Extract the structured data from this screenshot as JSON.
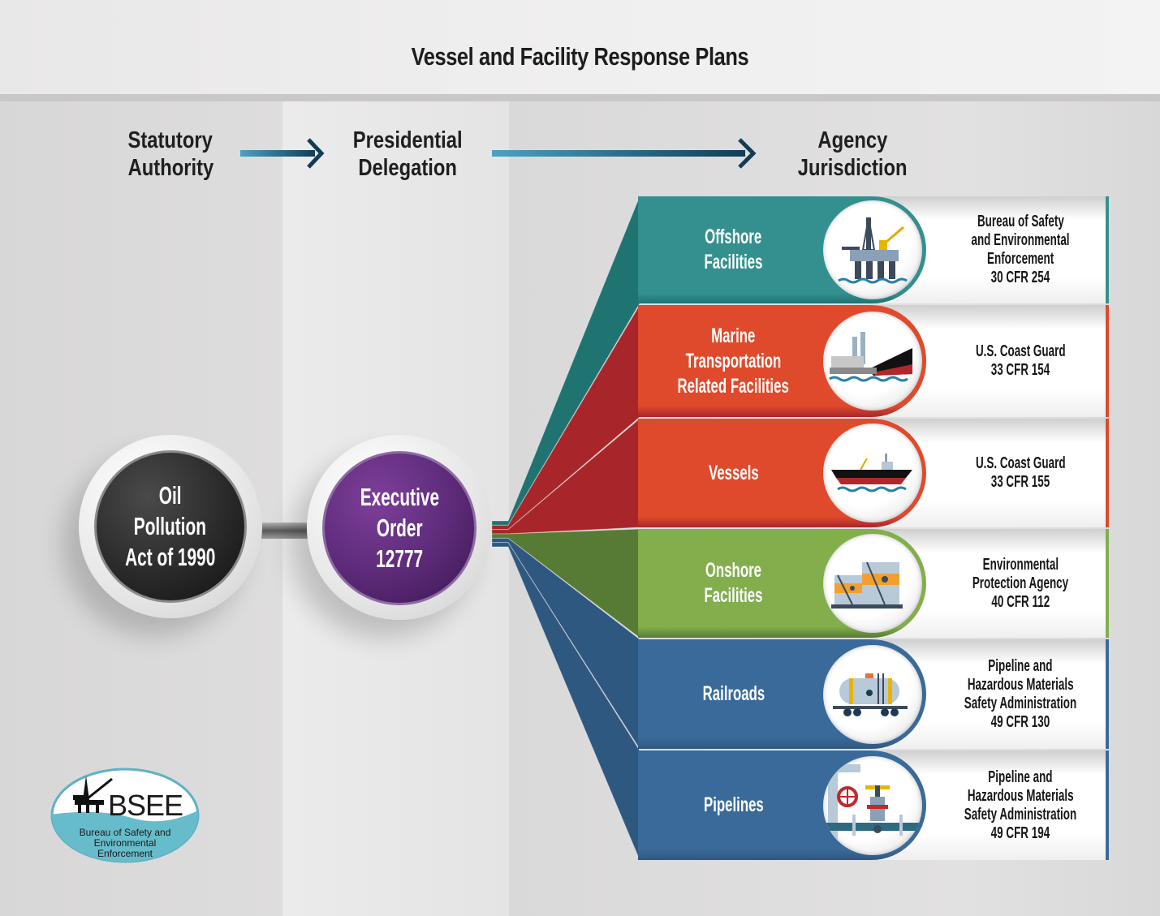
{
  "title": "Vessel and Facility Response Plans",
  "columns": [
    {
      "line1": "Statutory",
      "line2": "Authority"
    },
    {
      "line1": "Presidential",
      "line2": "Delegation"
    },
    {
      "line1": "Agency",
      "line2": "Jurisdiction"
    }
  ],
  "statute": {
    "line1": "Oil",
    "line2": "Pollution",
    "line3": "Act of 1990",
    "color": "#2a2a2a"
  },
  "delegation": {
    "line1": "Executive",
    "line2": "Order",
    "line3": "12777",
    "color": "#5c2a78"
  },
  "rows": [
    {
      "category": [
        "Offshore",
        "Facilities"
      ],
      "icon": "offshore-platform-icon",
      "agency": [
        "Bureau of Safety",
        "and Environmental",
        "Enforcement",
        "30 CFR 254"
      ],
      "color": "#34908f",
      "dark": "#1f7472"
    },
    {
      "category": [
        "Marine",
        "Transportation",
        "Related Facilities"
      ],
      "icon": "marine-terminal-ship-icon",
      "agency": [
        "U.S. Coast Guard",
        "33 CFR 154"
      ],
      "color": "#e04a2c",
      "dark": "#a8262a"
    },
    {
      "category": [
        "Vessels"
      ],
      "icon": "tanker-ship-icon",
      "agency": [
        "U.S. Coast Guard",
        "33 CFR 155"
      ],
      "color": "#e04a2c",
      "dark": "#a8262a"
    },
    {
      "category": [
        "Onshore",
        "Facilities"
      ],
      "icon": "storage-tanks-icon",
      "agency": [
        "Environmental",
        "Protection Agency",
        "40 CFR 112"
      ],
      "color": "#82ae4c",
      "dark": "#577a35"
    },
    {
      "category": [
        "Railroads"
      ],
      "icon": "rail-tank-car-icon",
      "agency": [
        "Pipeline and",
        "Hazardous Materials",
        "Safety Administration",
        "49 CFR 130"
      ],
      "color": "#3a6a9a",
      "dark": "#2f5880"
    },
    {
      "category": [
        "Pipelines"
      ],
      "icon": "pipeline-valve-icon",
      "agency": [
        "Pipeline and",
        "Hazardous Materials",
        "Safety Administration",
        "49 CFR 194"
      ],
      "color": "#3a6a9a",
      "dark": "#2f5880"
    }
  ],
  "logo": {
    "abbr": "BSEE",
    "line1": "Bureau of Safety and",
    "line2": "Environmental",
    "line3": "Enforcement"
  }
}
